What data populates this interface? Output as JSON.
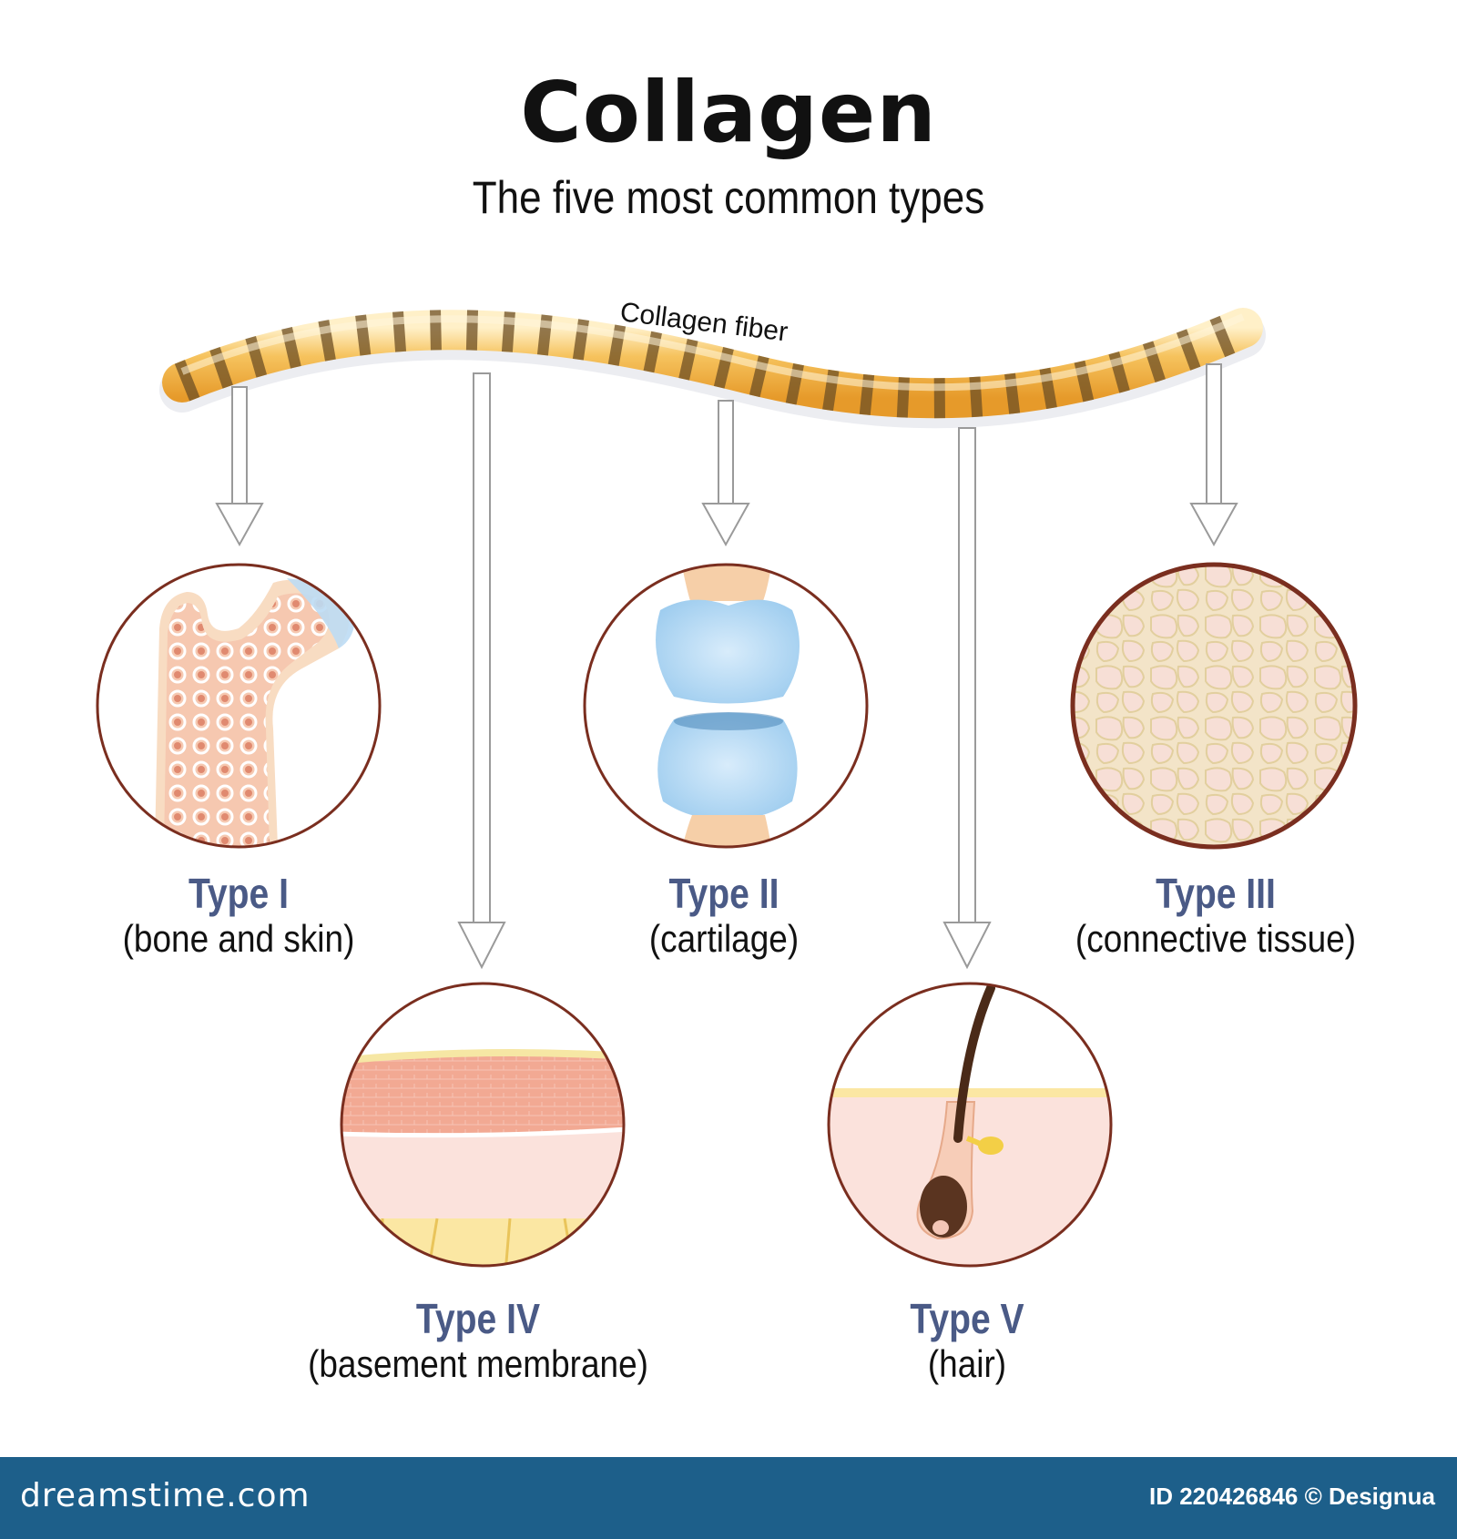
{
  "title": "Collagen",
  "subtitle": "The five most common types",
  "fiber_label": "Collagen fiber",
  "types": [
    {
      "type": "Type I",
      "desc": "(bone and skin)",
      "icon": "bone-icon"
    },
    {
      "type": "Type II",
      "desc": "(cartilage)",
      "icon": "cartilage-joint-icon"
    },
    {
      "type": "Type III",
      "desc": "(connective tissue)",
      "icon": "connective-tissue-icon"
    },
    {
      "type": "Type IV",
      "desc": "(basement membrane)",
      "icon": "basement-membrane-icon"
    },
    {
      "type": "Type V",
      "desc": "(hair)",
      "icon": "hair-follicle-icon"
    }
  ],
  "footer": {
    "brand": "dreamstime.com",
    "stock_id": "ID 220426846 © Designua"
  },
  "colors": {
    "type_label": "#4a5a86",
    "circle_border": "#7a2e1f",
    "fiber": "#f3b955",
    "footer_bg": "#1d5f8a"
  }
}
